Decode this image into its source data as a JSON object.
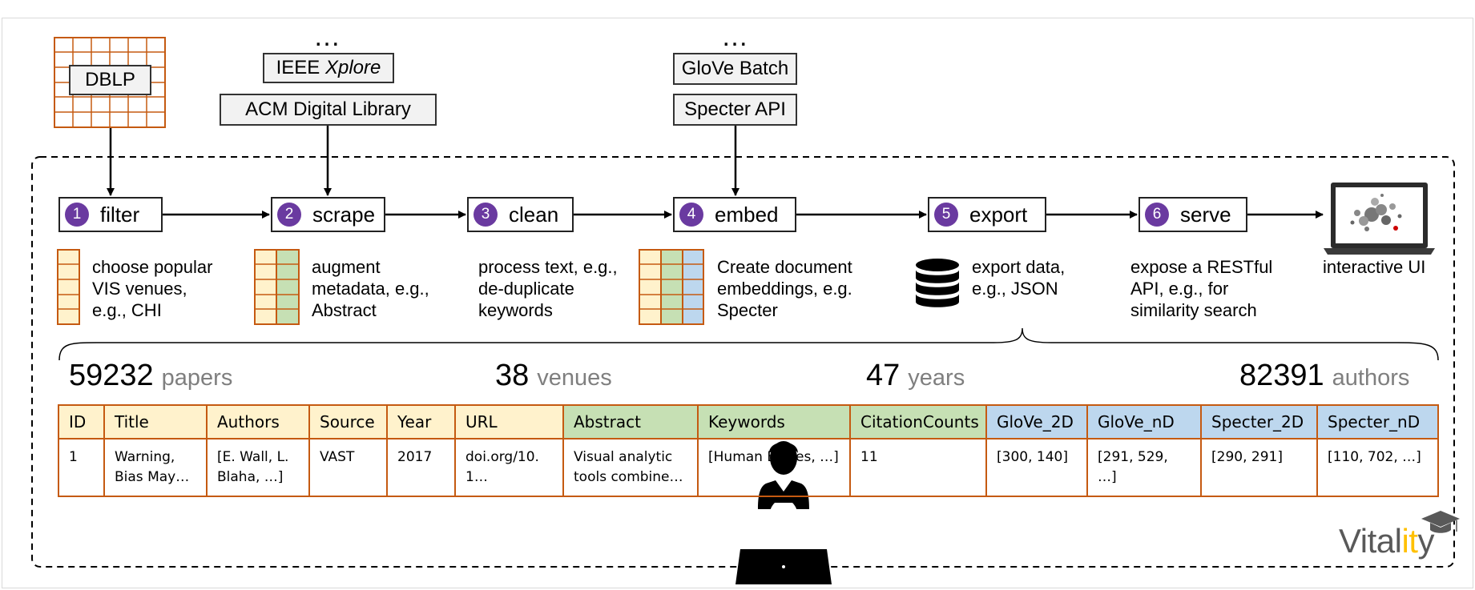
{
  "sources": {
    "dblp": "DBLP",
    "dots_left": "…",
    "ieee_prefix": "IEEE ",
    "ieee_italic": "Xplore",
    "acm": "ACM Digital Library",
    "dots_right": "…",
    "glove": "GloVe Batch",
    "specter": "Specter API"
  },
  "steps": [
    {
      "num": "1",
      "label": "filter",
      "desc": "choose popular\nVIS venues,\ne.g., CHI"
    },
    {
      "num": "2",
      "label": "scrape",
      "desc": "augment\nmetadata, e.g.,\nAbstract"
    },
    {
      "num": "3",
      "label": "clean",
      "desc": "process text, e.g.,\nde-duplicate\nkeywords"
    },
    {
      "num": "4",
      "label": "embed",
      "desc": "Create document\nembeddings, e.g.\nSpecter"
    },
    {
      "num": "5",
      "label": "export",
      "desc": "export data,\ne.g., JSON"
    },
    {
      "num": "6",
      "label": "serve",
      "desc": "expose a RESTful\nAPI, e.g., for\nsimilarity search"
    }
  ],
  "ui_label": "interactive UI",
  "stats": [
    {
      "num": "59232",
      "label": "papers"
    },
    {
      "num": "38",
      "label": "venues"
    },
    {
      "num": "47",
      "label": "years"
    },
    {
      "num": "82391",
      "label": "authors"
    }
  ],
  "table": {
    "headers": [
      "ID",
      "Title",
      "Authors",
      "Source",
      "Year",
      "URL",
      "Abstract",
      "Keywords",
      "CitationCounts",
      "GloVe_2D",
      "GloVe_nD",
      "Specter_2D",
      "Specter_nD"
    ],
    "row": [
      "1",
      "Warning,\nBias May…",
      "[E. Wall, L.\nBlaha, …]",
      "VAST",
      "2017",
      "doi.org/10.\n1…",
      "Visual analytic\ntools combine…",
      "[Human Biases, …]",
      "11",
      "[300, 140]",
      "[291, 529, …]",
      "[290, 291]",
      "[110, 702, …]"
    ]
  },
  "logo": {
    "pre": "Vital",
    "mid": "it",
    "post": "y"
  },
  "colors": {
    "yellow": "#fff2cc",
    "green": "#c6e0b4",
    "blue": "#bdd7ee",
    "orange_border": "#c55a11",
    "badge": "#6a3aa0",
    "logo_accent": "#ffc000"
  }
}
